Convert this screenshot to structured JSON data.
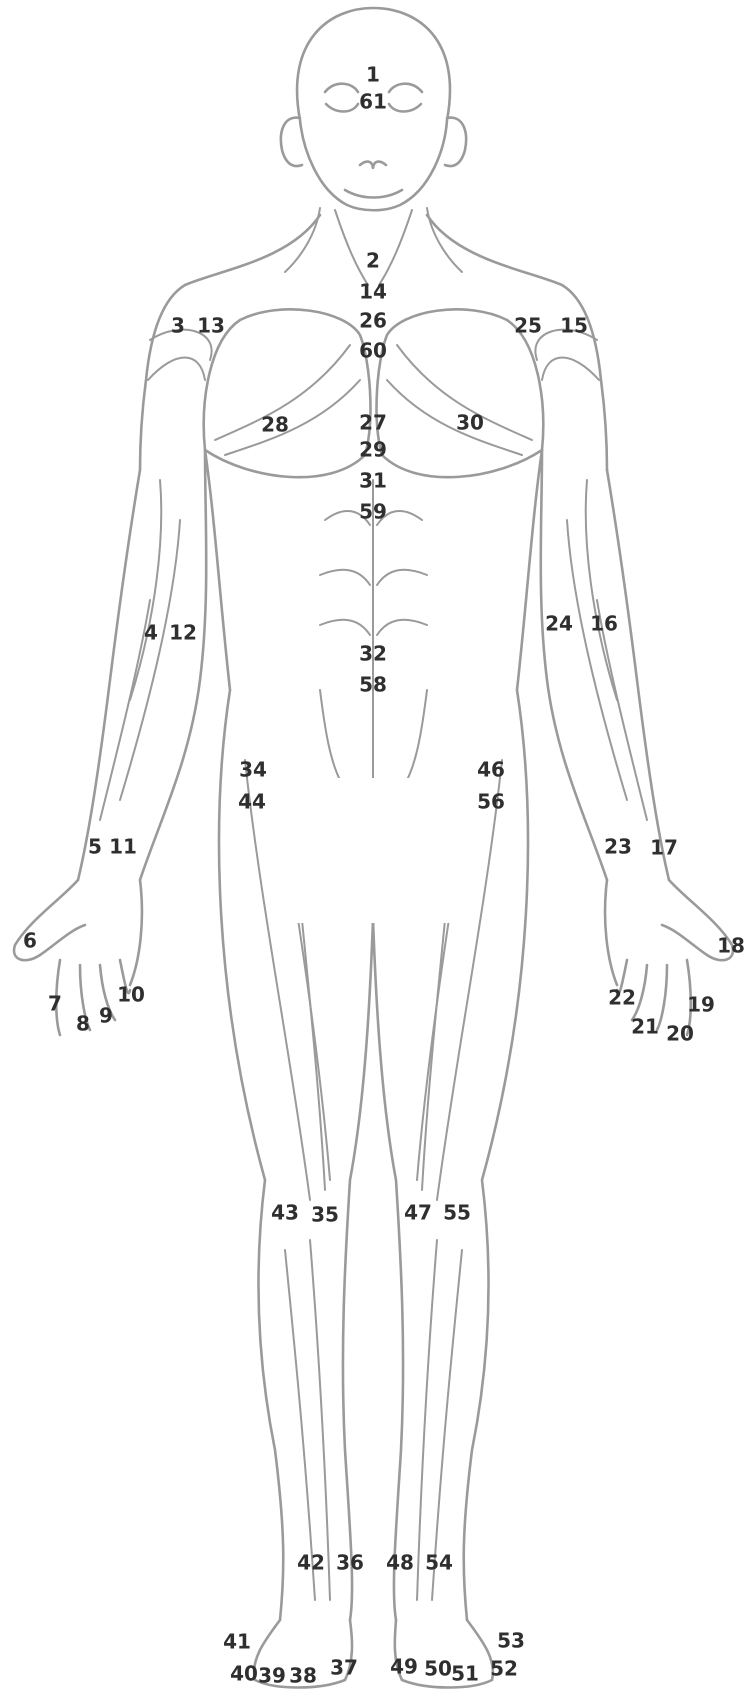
{
  "points": [
    {
      "id": "1",
      "label": "1"
    },
    {
      "id": "2",
      "label": "2"
    },
    {
      "id": "3",
      "label": "3"
    },
    {
      "id": "4",
      "label": "4"
    },
    {
      "id": "5",
      "label": "5"
    },
    {
      "id": "6",
      "label": "6"
    },
    {
      "id": "7",
      "label": "7"
    },
    {
      "id": "8",
      "label": "8"
    },
    {
      "id": "9",
      "label": "9"
    },
    {
      "id": "10",
      "label": "10"
    },
    {
      "id": "11",
      "label": "11"
    },
    {
      "id": "12",
      "label": "12"
    },
    {
      "id": "13",
      "label": "13"
    },
    {
      "id": "14",
      "label": "14"
    },
    {
      "id": "15",
      "label": "15"
    },
    {
      "id": "16",
      "label": "16"
    },
    {
      "id": "17",
      "label": "17"
    },
    {
      "id": "18",
      "label": "18"
    },
    {
      "id": "19",
      "label": "19"
    },
    {
      "id": "20",
      "label": "20"
    },
    {
      "id": "21",
      "label": "21"
    },
    {
      "id": "22",
      "label": "22"
    },
    {
      "id": "23",
      "label": "23"
    },
    {
      "id": "24",
      "label": "24"
    },
    {
      "id": "25",
      "label": "25"
    },
    {
      "id": "26",
      "label": "26"
    },
    {
      "id": "27",
      "label": "27"
    },
    {
      "id": "28",
      "label": "28"
    },
    {
      "id": "29",
      "label": "29"
    },
    {
      "id": "30",
      "label": "30"
    },
    {
      "id": "31",
      "label": "31"
    },
    {
      "id": "32",
      "label": "32"
    },
    {
      "id": "34",
      "label": "34"
    },
    {
      "id": "35",
      "label": "35"
    },
    {
      "id": "36",
      "label": "36"
    },
    {
      "id": "37",
      "label": "37"
    },
    {
      "id": "38",
      "label": "38"
    },
    {
      "id": "39",
      "label": "39"
    },
    {
      "id": "40",
      "label": "40"
    },
    {
      "id": "41",
      "label": "41"
    },
    {
      "id": "42",
      "label": "42"
    },
    {
      "id": "43",
      "label": "43"
    },
    {
      "id": "44",
      "label": "44"
    },
    {
      "id": "46",
      "label": "46"
    },
    {
      "id": "47",
      "label": "47"
    },
    {
      "id": "48",
      "label": "48"
    },
    {
      "id": "49",
      "label": "49"
    },
    {
      "id": "50",
      "label": "50"
    },
    {
      "id": "51",
      "label": "51"
    },
    {
      "id": "52",
      "label": "52"
    },
    {
      "id": "53",
      "label": "53"
    },
    {
      "id": "54",
      "label": "54"
    },
    {
      "id": "55",
      "label": "55"
    },
    {
      "id": "56",
      "label": "56"
    },
    {
      "id": "58",
      "label": "58"
    },
    {
      "id": "59",
      "label": "59"
    },
    {
      "id": "60",
      "label": "60"
    },
    {
      "id": "61",
      "label": "61"
    }
  ],
  "line_color": "#9a9a9a",
  "label_color": "#2f2f2f",
  "background_color": "#ffffff"
}
